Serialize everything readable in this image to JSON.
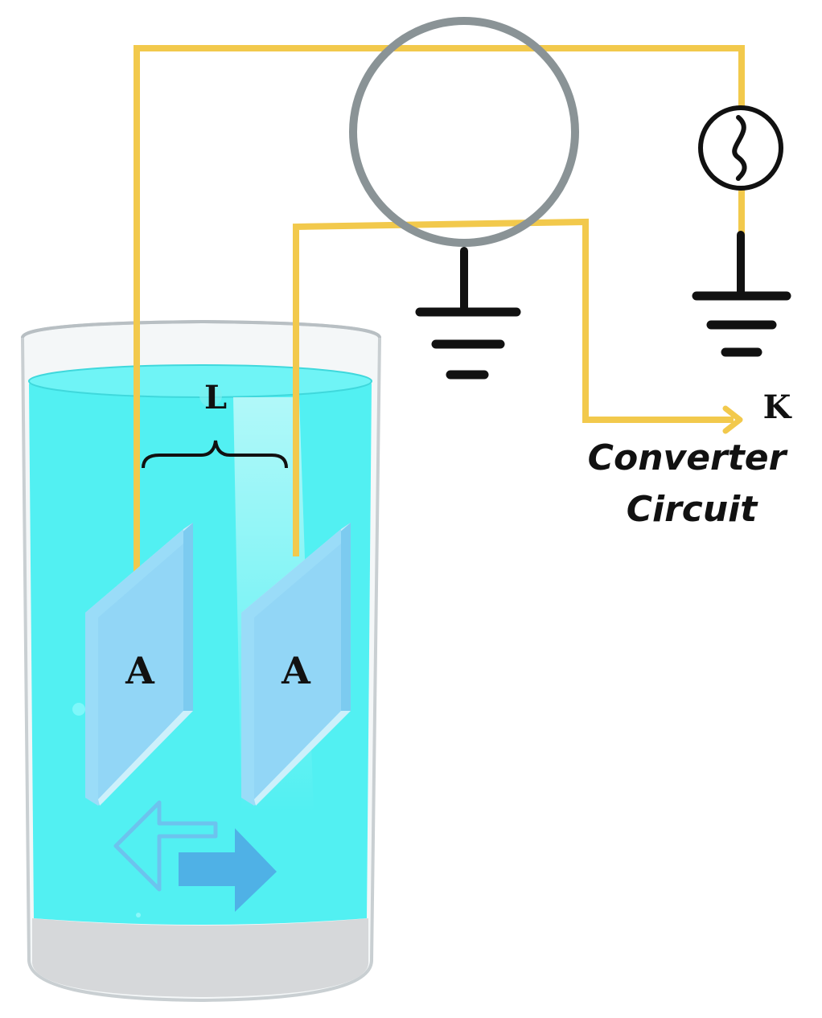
{
  "labels": {
    "gap": "L",
    "plate_left": "A",
    "plate_right": "A",
    "output": "K",
    "converter_line1": "Converter",
    "converter_line2": "Circuit"
  },
  "icons": {
    "ac_source": "ac-source-icon",
    "ground": "ground-icon",
    "direction": "bidirectional-arrow-icon"
  },
  "colors": {
    "wire": "#F2C94C",
    "meter_ring": "#8A9396",
    "water": "#52F0F2",
    "plate": "#9ADCF8",
    "plate_edge": "#7CCBF0",
    "arrow": "#4FB1E6"
  }
}
